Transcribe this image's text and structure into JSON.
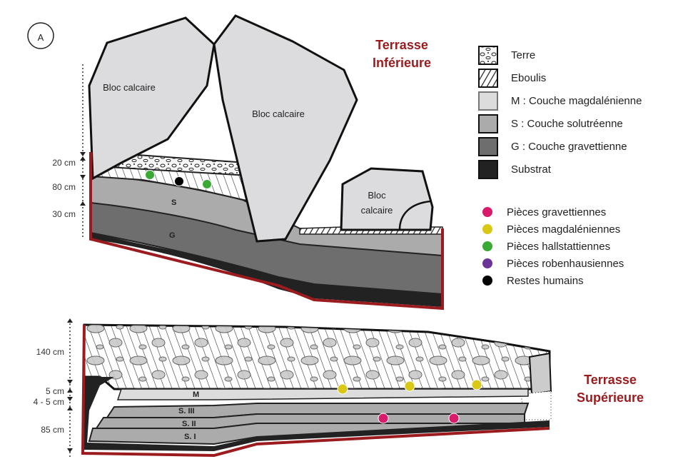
{
  "panel_label": "A",
  "upper": {
    "title_line1": "Terrasse",
    "title_line2": "Inférieure",
    "blocks": [
      "Bloc calcaire",
      "Bloc calcaire",
      "Bloc",
      "calcaire"
    ],
    "layers": {
      "S": "S",
      "G": "G"
    },
    "scale": [
      "20 cm",
      "80 cm",
      "30 cm"
    ]
  },
  "lower": {
    "title_line1": "Terrasse",
    "title_line2": "Supérieure",
    "layers": {
      "M": "M",
      "S3": "S. III",
      "S2": "S. II",
      "S1": "S. I"
    },
    "scale": [
      "140 cm",
      "5 cm",
      "4 - 5 cm",
      "85 cm"
    ]
  },
  "legend": {
    "layers": [
      {
        "label": "Terre",
        "fill": "#f4f4f4",
        "pattern": "terre"
      },
      {
        "label": "Eboulis",
        "fill": "#ffffff",
        "pattern": "hatch"
      },
      {
        "label": "M : Couche magdalénienne",
        "fill": "#dcdcdc"
      },
      {
        "label": "S : Couche solutréenne",
        "fill": "#ababab"
      },
      {
        "label": "G : Couche gravettienne",
        "fill": "#6e6e6e"
      },
      {
        "label": "Substrat",
        "fill": "#222222"
      }
    ],
    "finds": [
      {
        "label": "Pièces gravettiennes",
        "color": "#d81b6a"
      },
      {
        "label": "Pièces magdaléniennes",
        "color": "#d9c916"
      },
      {
        "label": "Pièces hallstattiennes",
        "color": "#3aa935"
      },
      {
        "label": "Pièces robenhausiennes",
        "color": "#6a3596"
      },
      {
        "label": "Restes humains",
        "color": "#000000"
      }
    ]
  },
  "colors": {
    "accent_red": "#9b1b1e"
  }
}
